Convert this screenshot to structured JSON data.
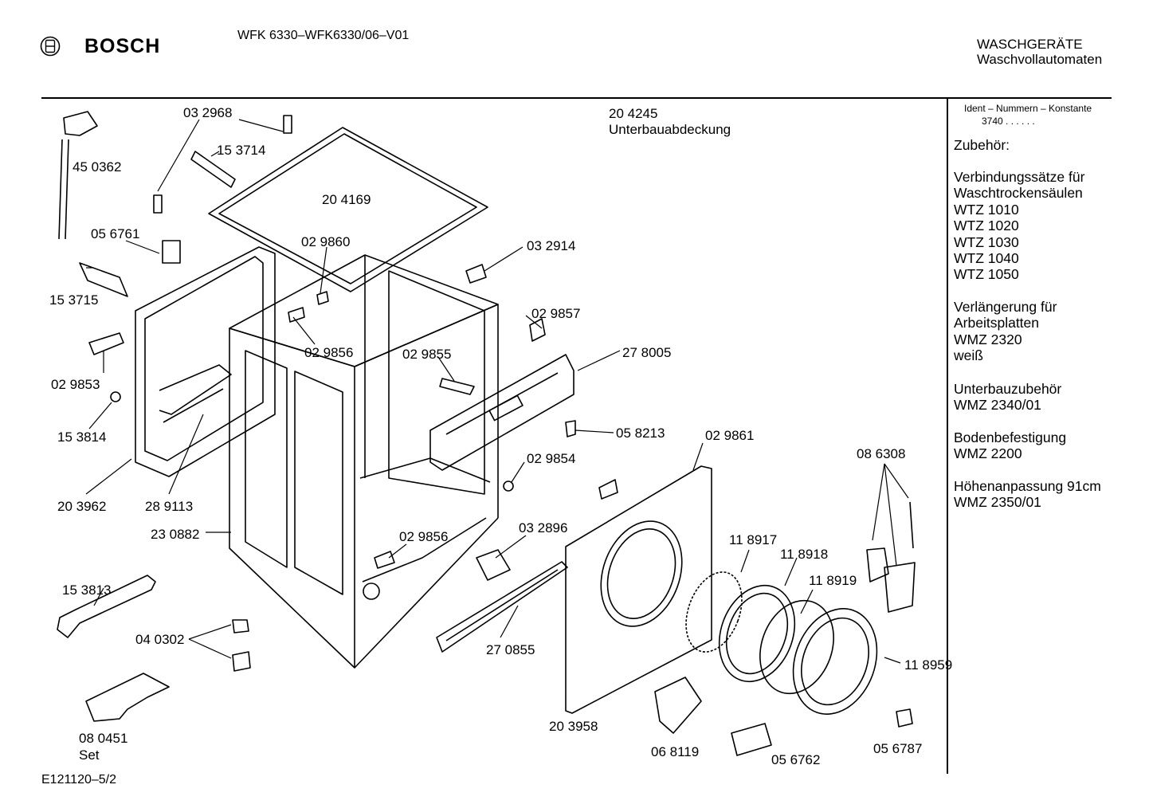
{
  "header": {
    "brand": "BOSCH",
    "model": "WFK 6330–WFK6330/06–V01",
    "category_line1": "WASCHGERÄTE",
    "category_line2": "Waschvollautomaten"
  },
  "assembly": {
    "number": "20 4245",
    "name": "Unterbauabdeckung"
  },
  "parts": [
    {
      "id": "p0329681",
      "label": "03 2968"
    },
    {
      "id": "p153714",
      "label": "15 3714"
    },
    {
      "id": "p450362",
      "label": "45 0362"
    },
    {
      "id": "p204169",
      "label": "20 4169"
    },
    {
      "id": "p056761",
      "label": "05 6761"
    },
    {
      "id": "p029860",
      "label": "02 9860"
    },
    {
      "id": "p032914",
      "label": "03 2914"
    },
    {
      "id": "p153715",
      "label": "15 3715"
    },
    {
      "id": "p029857",
      "label": "02 9857"
    },
    {
      "id": "p029856a",
      "label": "02 9856"
    },
    {
      "id": "p029855",
      "label": "02 9855"
    },
    {
      "id": "p278005",
      "label": "27 8005"
    },
    {
      "id": "p029853",
      "label": "02 9853"
    },
    {
      "id": "p153814",
      "label": "15 3814"
    },
    {
      "id": "p058213",
      "label": "05 8213"
    },
    {
      "id": "p029861",
      "label": "02 9861"
    },
    {
      "id": "p029854",
      "label": "02 9854"
    },
    {
      "id": "p086308",
      "label": "08 6308"
    },
    {
      "id": "p203962",
      "label": "20 3962"
    },
    {
      "id": "p289113",
      "label": "28 9113"
    },
    {
      "id": "p230882",
      "label": "23 0882"
    },
    {
      "id": "p032896",
      "label": "03 2896"
    },
    {
      "id": "p029856b",
      "label": "02 9856"
    },
    {
      "id": "p118917",
      "label": "11 8917"
    },
    {
      "id": "p118918",
      "label": "11 8918"
    },
    {
      "id": "p118919",
      "label": "11 8919"
    },
    {
      "id": "p153813",
      "label": "15 3813"
    },
    {
      "id": "p040302",
      "label": "04 0302"
    },
    {
      "id": "p270855",
      "label": "27 0855"
    },
    {
      "id": "p118959",
      "label": "11 8959"
    },
    {
      "id": "p203958",
      "label": "20 3958"
    },
    {
      "id": "p080451",
      "label": "08 0451"
    },
    {
      "id": "p080451s",
      "label": "Set"
    },
    {
      "id": "p068119",
      "label": "06 8119"
    },
    {
      "id": "p056762",
      "label": "05 6762"
    },
    {
      "id": "p056787",
      "label": "05 6787"
    }
  ],
  "sidebar": {
    "ident_label": "Ident – Nummern – Konstante",
    "constant": "3740 . .  . . . .",
    "accessories_title": "Zubehör:",
    "groups": [
      {
        "lines": [
          "Verbindungssätze für",
          "Waschtrockensäulen",
          "WTZ 1010",
          "WTZ 1020",
          "WTZ 1030",
          "WTZ 1040",
          "WTZ 1050"
        ]
      },
      {
        "lines": [
          "Verlängerung für",
          "Arbeitsplatten",
          "WMZ 2320",
          "weiß"
        ]
      },
      {
        "lines": [
          "Unterbauzubehör",
          "WMZ 2340/01"
        ]
      },
      {
        "lines": [
          "Bodenbefestigung",
          "WMZ 2200"
        ]
      },
      {
        "lines": [
          "Höhenanpassung  91cm",
          "WMZ 2350/01"
        ]
      }
    ]
  },
  "footer": {
    "drawing_number": "E121120–5/2"
  }
}
